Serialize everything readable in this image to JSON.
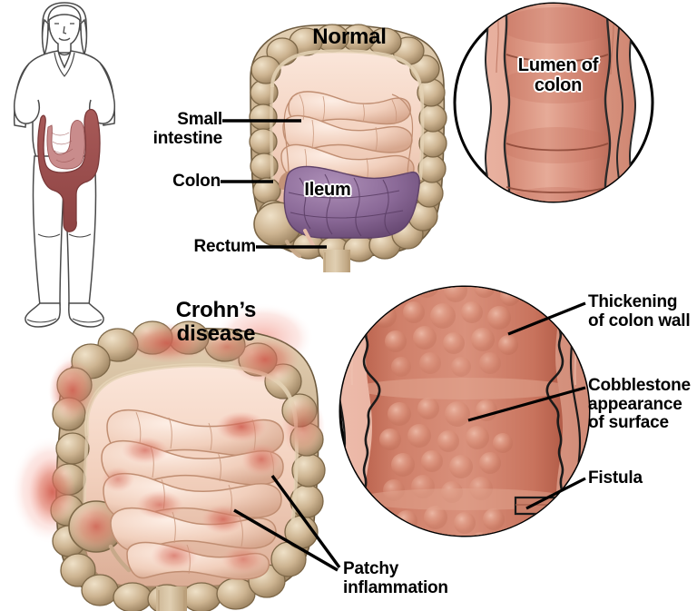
{
  "figure": {
    "kind": "medical-illustration",
    "subject": "Normal colon compared with Crohn's disease"
  },
  "panels": {
    "normal": {
      "title": "Normal",
      "labels": {
        "small_intestine": "Small\nintestine",
        "colon": "Colon",
        "rectum": "Rectum",
        "ileum": "Ileum"
      }
    },
    "crohns": {
      "title": "Crohn’s\ndisease",
      "labels": {
        "patchy_inflammation": "Patchy\ninflammation"
      }
    },
    "inset_normal": {
      "label": "Lumen of\ncolon"
    },
    "inset_crohns": {
      "labels": {
        "thickening": "Thickening\nof colon wall",
        "cobblestone": "Cobblestone\nappearance\nof surface",
        "fistula": "Fistula"
      }
    },
    "person": {
      "description": "woman-with-hands-on-hips"
    }
  },
  "colors": {
    "background": "#ffffff",
    "colon_tan": "#c4ab8b",
    "colon_tan_light": "#ddc9ab",
    "colon_tan_dark": "#9c8463",
    "small_intestine_pink": "#f3d2c2",
    "small_intestine_pink_dark": "#dcae97",
    "ileum_purple": "#8f6e9c",
    "ileum_purple_dark": "#6f5079",
    "inflamed_red": "#c8594f",
    "inflamed_glow": "#f2a49b",
    "lumen_salmon": "#d98d7c",
    "lumen_salmon_dark": "#b4604f",
    "mucosa_pink": "#e2a08f",
    "outline": "#1a1a1a",
    "person_line": "#4a4a4a",
    "person_gut": "#9e5050",
    "person_gut_light": "#c98c8c"
  }
}
